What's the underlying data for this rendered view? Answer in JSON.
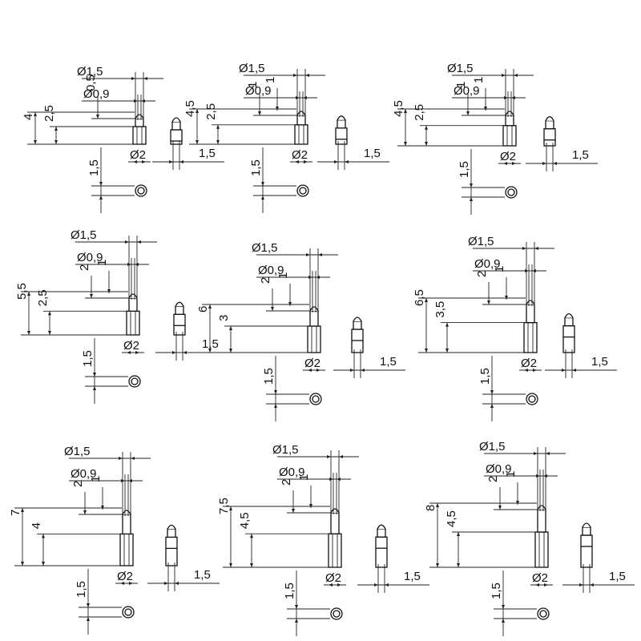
{
  "drawings": [
    {
      "id": "a",
      "dims": {
        "d_tip": "Ø1,5",
        "d_plunger": "Ø0,9",
        "d_body": "Ø2",
        "total": "4",
        "body": "2,5",
        "tip": "0,5",
        "extra": "",
        "pitch_v": "1,5",
        "pitch_h": "1,5"
      }
    },
    {
      "id": "b",
      "dims": {
        "d_tip": "Ø1,5",
        "d_plunger": "Ø0,9",
        "d_body": "Ø2",
        "total": "4,5",
        "body": "2,5",
        "tip": "1",
        "extra": "1",
        "pitch_v": "1,5",
        "pitch_h": "1,5"
      }
    },
    {
      "id": "c",
      "dims": {
        "d_tip": "Ø1,5",
        "d_plunger": "Ø0,9",
        "d_body": "Ø2",
        "total": "4,5",
        "body": "2,5",
        "tip": "1",
        "extra": "1",
        "pitch_v": "1,5",
        "pitch_h": "1,5"
      }
    },
    {
      "id": "d",
      "dims": {
        "d_tip": "Ø1,5",
        "d_plunger": "Ø0,9",
        "d_body": "Ø2",
        "total": "5,5",
        "body": "2,5",
        "tip": "2",
        "extra": "1",
        "pitch_v": "1,5",
        "pitch_h": "1,5"
      }
    },
    {
      "id": "e",
      "dims": {
        "d_tip": "Ø1,5",
        "d_plunger": "Ø0,9",
        "d_body": "Ø2",
        "total": "6",
        "body": "3",
        "tip": "2",
        "extra": "1",
        "pitch_v": "1,5",
        "pitch_h": "1,5"
      }
    },
    {
      "id": "f",
      "dims": {
        "d_tip": "Ø1,5",
        "d_plunger": "Ø0,9",
        "d_body": "Ø2",
        "total": "6,5",
        "body": "3,5",
        "tip": "2",
        "extra": "1",
        "pitch_v": "1,5",
        "pitch_h": "1,5"
      }
    },
    {
      "id": "g",
      "dims": {
        "d_tip": "Ø1,5",
        "d_plunger": "Ø0,9",
        "d_body": "Ø2",
        "total": "7",
        "body": "4",
        "tip": "2",
        "extra": "1",
        "pitch_v": "1,5",
        "pitch_h": "1,5"
      }
    },
    {
      "id": "h",
      "dims": {
        "d_tip": "Ø1,5",
        "d_plunger": "Ø0,9",
        "d_body": "Ø2",
        "total": "7,5",
        "body": "4,5",
        "tip": "2",
        "extra": "1",
        "pitch_v": "1,5",
        "pitch_h": "1,5"
      }
    },
    {
      "id": "i",
      "dims": {
        "d_tip": "Ø1,5",
        "d_plunger": "Ø0,9",
        "d_body": "Ø2",
        "total": "8",
        "body": "4,5",
        "tip": "2",
        "extra": "1",
        "pitch_v": "1,5",
        "pitch_h": "1,5"
      }
    }
  ]
}
